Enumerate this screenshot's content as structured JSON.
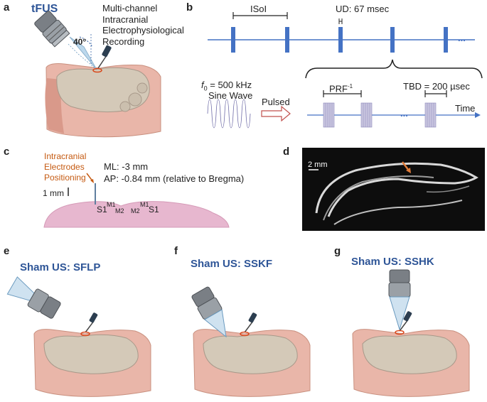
{
  "colors": {
    "title_blue": "#2e5597",
    "axis_blue": "#4472c4",
    "pulse_fill": "#9e9ac8",
    "brain": "#d4c9b8",
    "skull_pink": "#e9b6a9",
    "histology": "#e7b7cf",
    "orange": "#c55a11"
  },
  "panel_a": {
    "label": "a",
    "title": "tFUS",
    "angle": "40°",
    "recording_lines": [
      "Multi-channel",
      "Intracranial",
      "Electrophysiological",
      "Recording"
    ]
  },
  "panel_b": {
    "label": "b",
    "isi_label": "ISoI",
    "ud_label": "UD: 67 msec",
    "ellipsis_top": "...",
    "f0_prefix": "f",
    "f0_sub": "0",
    "f0_value": " = 500 kHz",
    "sine_label": "Sine Wave",
    "pulsed_label": "Pulsed",
    "prf_base": "PRF",
    "prf_sup": "-1",
    "tbd_label": "TBD = 200 µsec",
    "ellipsis_bottom": "...",
    "time_label": "Time"
  },
  "panel_c": {
    "label": "c",
    "electrode_lines": [
      "Intracranial",
      "Electrodes",
      "Positioning"
    ],
    "ml_label": "ML: -3 mm",
    "ap_label": "AP:  -0.84 mm (relative to Bregma)",
    "scale_label": "1 mm",
    "region_s1_left": "S1",
    "region_m1_left": "M1",
    "region_m2_left": "M2",
    "region_m2_right": "M2",
    "region_m1_right": "M1",
    "region_s1_right": "S1"
  },
  "panel_d": {
    "label": "d",
    "scale_label": "2 mm"
  },
  "panel_e": {
    "label": "e",
    "title": "Sham US: SFLP"
  },
  "panel_f": {
    "label": "f",
    "title": "Sham US: SSKF"
  },
  "panel_g": {
    "label": "g",
    "title": "Sham US: SSHK"
  }
}
